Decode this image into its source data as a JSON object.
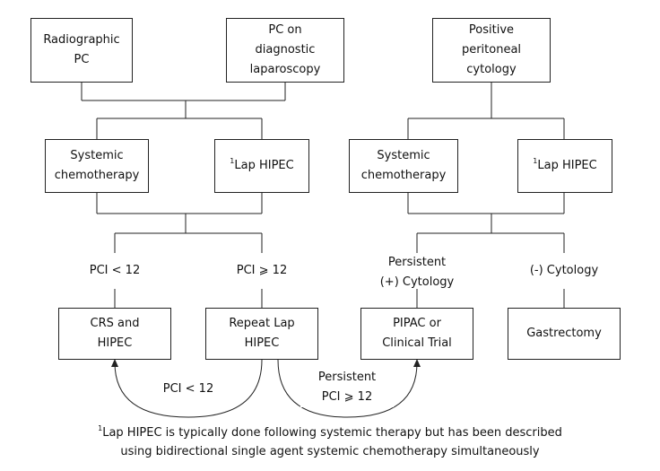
{
  "boxes": {
    "radiographic_pc": "Radiographic\nPC",
    "pc_diagnostic": "PC on\ndiagnostic\nlaparoscopy",
    "positive_cytology": "Positive\nperitoneal\ncytology",
    "systemic_chemo_left": "Systemic\nchemotherapy",
    "lap_hipec_left": "Lap HIPEC",
    "systemic_chemo_right": "Systemic\nchemotherapy",
    "lap_hipec_right": "Lap HIPEC",
    "crs_hipec": "CRS and\nHIPEC",
    "repeat_lap_hipec": "Repeat Lap\nHIPEC",
    "pipac_trial": "PIPAC or\nClinical Trial",
    "gastrectomy": "Gastrectomy"
  },
  "branch_labels": {
    "pci_lt_12": "PCI < 12",
    "pci_ge_12": "PCI ⩾ 12",
    "persistent_pos_cytology": "Persistent\n(+) Cytology",
    "neg_cytology": "(-) Cytology"
  },
  "arc_labels": {
    "pci_lt_12": "PCI < 12",
    "persistent_pci_ge_12": "Persistent\nPCI ⩾ 12"
  },
  "footnote_marker": "1",
  "footnote": {
    "line1": "Lap HIPEC is typically done following systemic therapy but has been described",
    "line2": "using bidirectional single agent systemic chemotherapy simultaneously"
  }
}
